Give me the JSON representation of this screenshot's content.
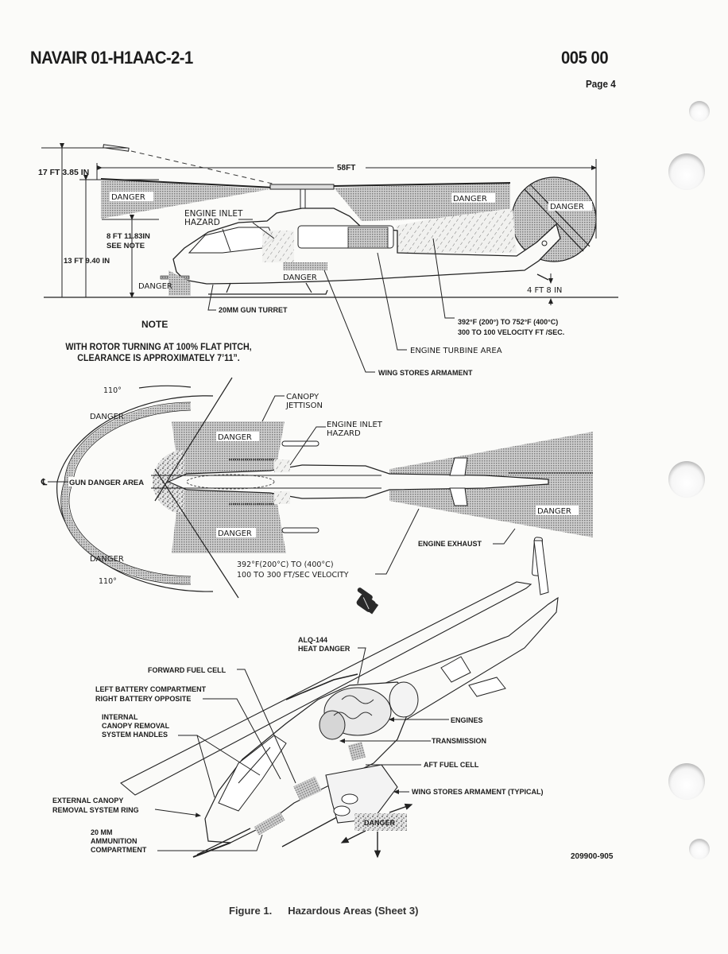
{
  "header": {
    "document_number": "NAVAIR 01-H1AAC-2-1",
    "work_package": "005 00",
    "page": "Page 4"
  },
  "side_view": {
    "dimensions": {
      "overall_length": "58FT",
      "rotor_tip_height": "17 FT 3.85 IN",
      "rotor_height": "13 FT 9.40 IN",
      "rotor_clearance": "8 FT 11.83IN",
      "rotor_clearance_note": "SEE NOTE",
      "tail_rotor_clearance": "4 FT 8 IN"
    },
    "danger_labels": [
      "DANGER",
      "DANGER",
      "DANGER",
      "DANGER",
      "DANGER"
    ],
    "callouts": {
      "engine_inlet_hazard": [
        "ENGINE INLET",
        "HAZARD"
      ],
      "gun_turret": "20MM GUN TURRET",
      "exhaust_temp": "392°F (200°) TO  752°F (400°C)",
      "exhaust_velocity": "300 TO 100 VELOCITY FT /SEC.",
      "engine_turbine_area": "ENGINE TURBINE AREA",
      "wing_stores_armament": "WING STORES ARMAMENT"
    }
  },
  "note": {
    "title": "NOTE",
    "body": "WITH ROTOR TURNING AT 100% FLAT PITCH, CLEARANCE IS APPROXIMATELY 7’11”."
  },
  "top_view": {
    "angle_top": "110°",
    "angle_bottom": "110°",
    "centerline_symbol": "℄",
    "gun_danger_area": "GUN DANGER AREA",
    "danger_labels": [
      "DANGER",
      "DANGER",
      "DANGER",
      "DANGER",
      "DANGER"
    ],
    "canopy_jettison": [
      "CANOPY",
      "JETTISON"
    ],
    "engine_inlet_hazard": [
      "ENGINE INLET",
      "HAZARD"
    ],
    "exhaust_temp": "392°F(200°C)  TO  (400°C)",
    "exhaust_velocity": "100  TO  300  FT/SEC  VELOCITY",
    "engine_exhaust": "ENGINE EXHAUST"
  },
  "iso_view": {
    "callouts_left": {
      "forward_fuel_cell": "FORWARD FUEL CELL",
      "battery": [
        "LEFT BATTERY COMPARTMENT",
        "RIGHT BATTERY OPPOSITE"
      ],
      "internal_canopy": [
        "INTERNAL",
        "CANOPY REMOVAL",
        "SYSTEM HANDLES"
      ],
      "external_canopy": [
        "EXTERNAL  CANOPY",
        "REMOVAL  SYSTEM  RING"
      ],
      "ammo": [
        "20 MM",
        "AMMUNITION",
        "COMPARTMENT"
      ]
    },
    "callouts_right": {
      "alq": [
        "ALQ-144",
        "HEAT DANGER"
      ],
      "engines": "ENGINES",
      "transmission": "TRANSMISSION",
      "aft_fuel_cell": "AFT FUEL CELL",
      "wing_stores": "WING STORES ARMAMENT (TYPICAL)"
    },
    "danger_label": "DANGER"
  },
  "drawing_number": "209900-905",
  "caption": {
    "figure": "Figure 1.",
    "title": "Hazardous Areas (Sheet 3)"
  }
}
